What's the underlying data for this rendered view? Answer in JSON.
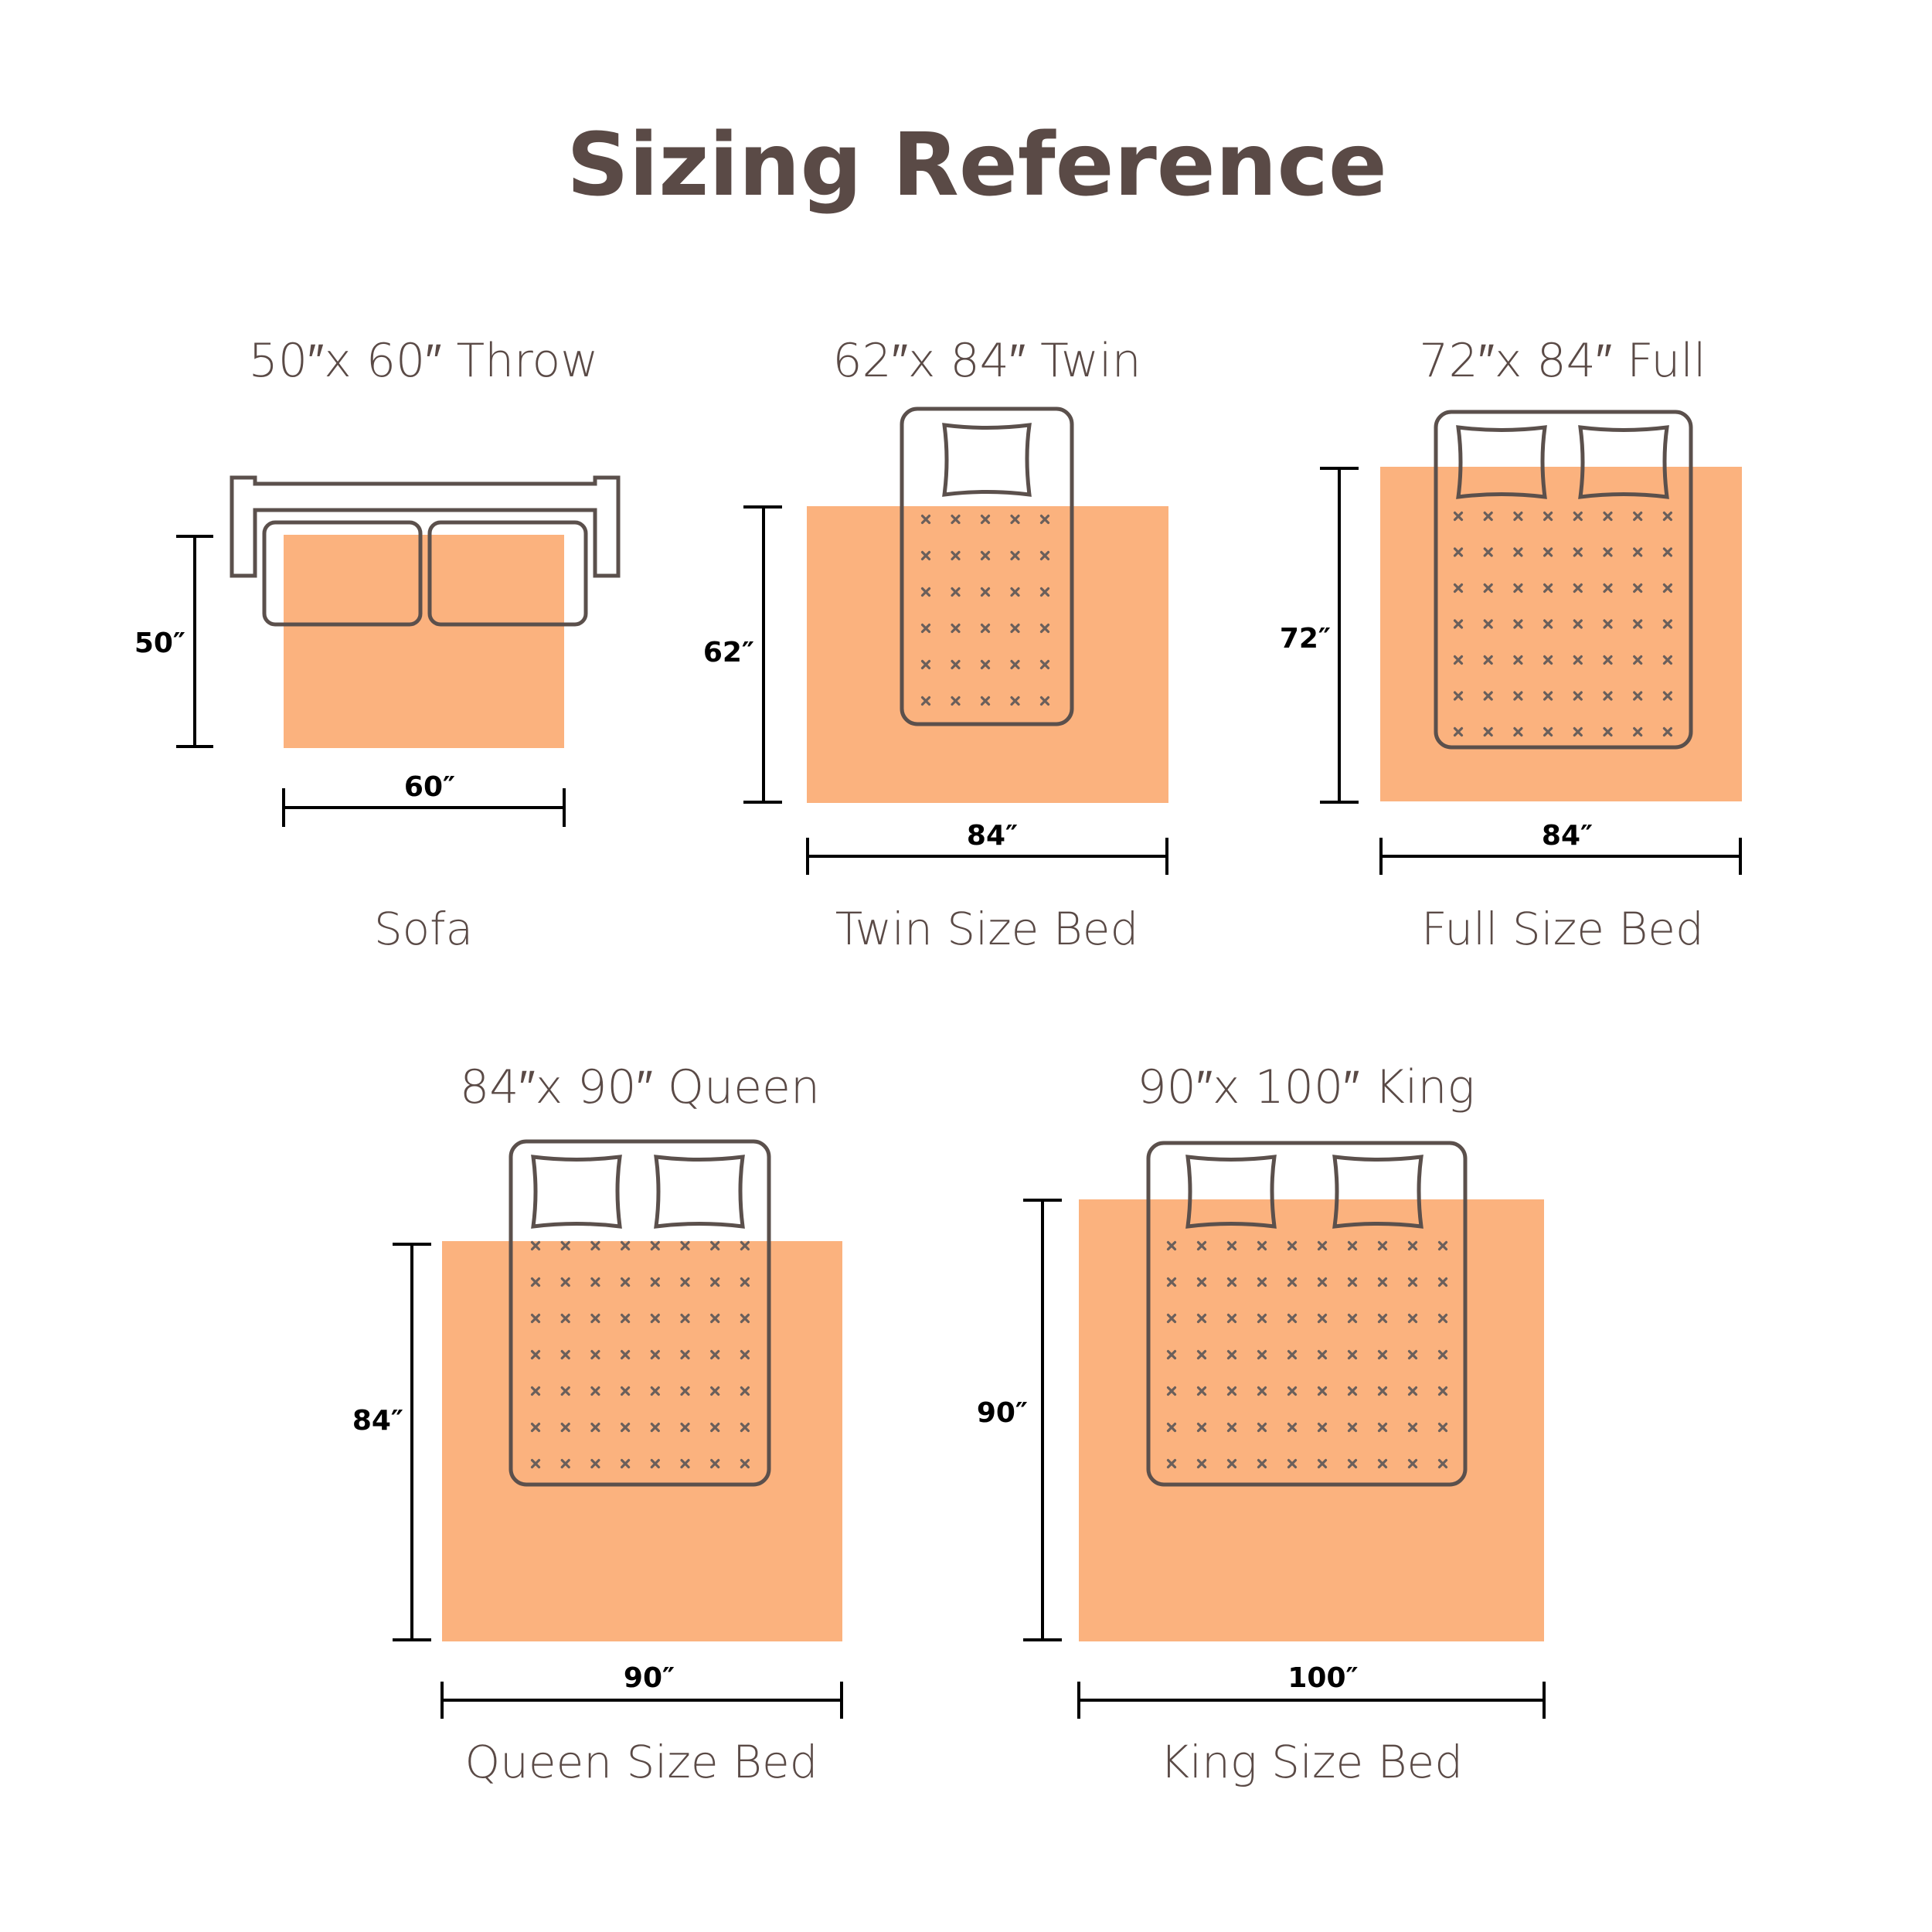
{
  "title": "Sizing Reference",
  "colors": {
    "rug": "#fbb27e",
    "outline": "#5b504c",
    "text": "#5a4a46",
    "dimension": "#000000"
  },
  "items": [
    {
      "id": "throw",
      "heading": "50″x 60″ Throw",
      "caption": "Sofa",
      "height_label": "50″",
      "width_label": "60″",
      "height_in": 50,
      "width_in": 60,
      "furniture": "sofa-icon"
    },
    {
      "id": "twin",
      "heading": "62″x 84″ Twin",
      "caption": "Twin Size Bed",
      "height_label": "62″",
      "width_label": "84″",
      "height_in": 62,
      "width_in": 84,
      "furniture": "twin-bed-icon"
    },
    {
      "id": "full",
      "heading": "72″x 84″ Full",
      "caption": "Full Size Bed",
      "height_label": "72″",
      "width_label": "84″",
      "height_in": 72,
      "width_in": 84,
      "furniture": "full-bed-icon"
    },
    {
      "id": "queen",
      "heading": "84″x 90″ Queen",
      "caption": "Queen Size Bed",
      "height_label": "84″",
      "width_label": "90″",
      "height_in": 84,
      "width_in": 90,
      "furniture": "queen-bed-icon"
    },
    {
      "id": "king",
      "heading": "90″x 100″ King",
      "caption": "King Size Bed",
      "height_label": "90″",
      "width_label": "100″",
      "height_in": 90,
      "width_in": 100,
      "furniture": "king-bed-icon"
    }
  ]
}
